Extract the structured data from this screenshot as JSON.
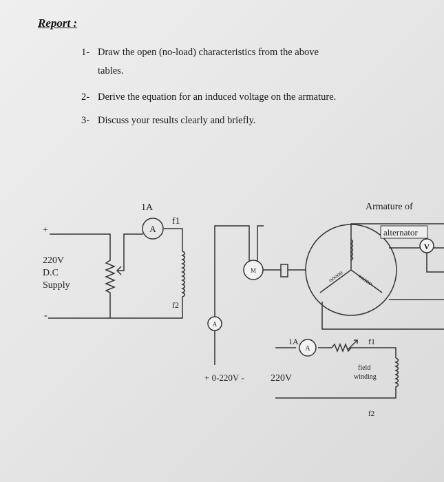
{
  "report": {
    "heading": "Report :",
    "items": [
      {
        "number": "1-",
        "line1": "Draw the open (no-load) characteristics from the above",
        "line2": "tables."
      },
      {
        "number": "2-",
        "line1": "Derive the equation for an induced voltage on the armature."
      },
      {
        "number": "3-",
        "line1": "Discuss your results clearly and briefly."
      }
    ]
  },
  "diagram": {
    "supply_plus": "+",
    "supply_minus": "-",
    "supply_voltage": "220V",
    "supply_type": "D.C",
    "supply_label": "Supply",
    "dc_field_current": "1A",
    "ammeter_symbol": "A",
    "dc_f1": "f1",
    "dc_f2": "f2",
    "motor_symbol": "M",
    "armature_label": "Armature of",
    "alternator_label": "alternator",
    "voltmeter_symbol": "V",
    "variable_source": "+ 0-220V -",
    "field_supply_voltage": "220V",
    "alt_field_current": "1A",
    "alt_f1": "f1",
    "alt_f2": "f2",
    "field_label_1": "field",
    "field_label_2": "winding"
  }
}
